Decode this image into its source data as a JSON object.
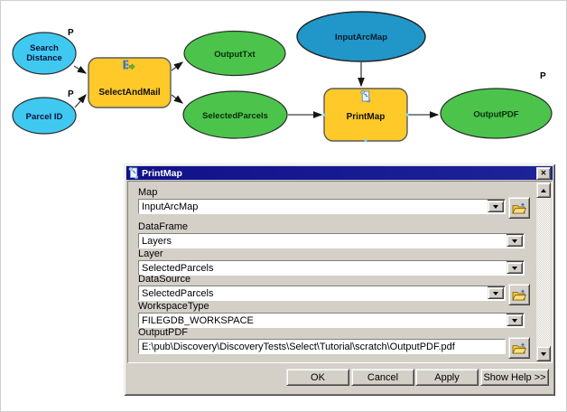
{
  "diagram": {
    "p_label": "P",
    "nodes": {
      "search_distance": {
        "label": "Search Distance",
        "line1": "Search",
        "line2": "Distance"
      },
      "parcel_id": {
        "label": "Parcel ID"
      },
      "select_and_mail": {
        "label": "SelectAndMail"
      },
      "output_txt": {
        "label": "OutputTxt"
      },
      "selected_parcels": {
        "label": "SelectedParcels"
      },
      "input_arcmap": {
        "label": "InputArcMap"
      },
      "print_map": {
        "label": "PrintMap"
      },
      "output_pdf": {
        "label": "OutputPDF"
      }
    },
    "colors": {
      "param_input": "#3fc9f1",
      "map_input": "#2197c9",
      "tool": "#ffc929",
      "derived_output": "#4cc44c"
    }
  },
  "dialog": {
    "title": "PrintMap",
    "close_glyph": "✕",
    "fields": [
      {
        "label": "Map",
        "value": "InputArcMap",
        "type": "combo",
        "browse": true
      },
      {
        "label": "DataFrame",
        "value": "Layers",
        "type": "combo",
        "browse": false
      },
      {
        "label": "Layer",
        "value": "SelectedParcels",
        "type": "combo",
        "browse": false
      },
      {
        "label": "DataSource",
        "value": "SelectedParcels",
        "type": "combo",
        "browse": true
      },
      {
        "label": "WorkspaceType",
        "value": "FILEGDB_WORKSPACE",
        "type": "combo",
        "browse": false
      },
      {
        "label": "OutputPDF",
        "value": "E:\\pub\\Discovery\\DiscoveryTests\\Select\\Tutorial\\scratch\\OutputPDF.pdf",
        "type": "text",
        "browse": true
      }
    ],
    "buttons": [
      "OK",
      "Cancel",
      "Apply",
      "Show Help >>"
    ]
  }
}
